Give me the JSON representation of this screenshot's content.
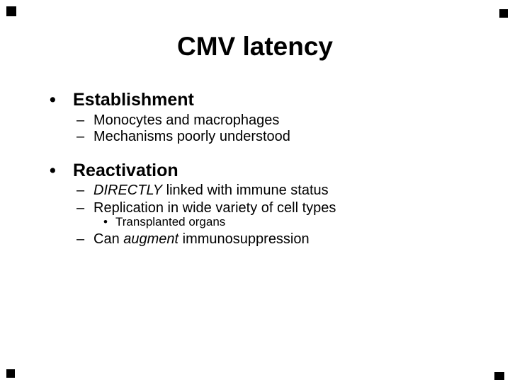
{
  "slide": {
    "title": "CMV latency",
    "bullet_char": "•",
    "dash_char": "–",
    "sections": {
      "establishment": {
        "heading": "Establishment",
        "item1": "Monocytes and macrophages",
        "item2": "Mechanisms poorly understood"
      },
      "reactivation": {
        "heading": "Reactivation",
        "item1_italic": "DIRECTLY",
        "item1_rest": " linked with immune status",
        "item2": "Replication in wide variety of cell types",
        "item2_sub": "Transplanted organs",
        "item3_pre": "Can ",
        "item3_italic": "augment",
        "item3_post": " immunosuppression"
      }
    },
    "colors": {
      "background": "#ffffff",
      "text": "#000000"
    }
  }
}
